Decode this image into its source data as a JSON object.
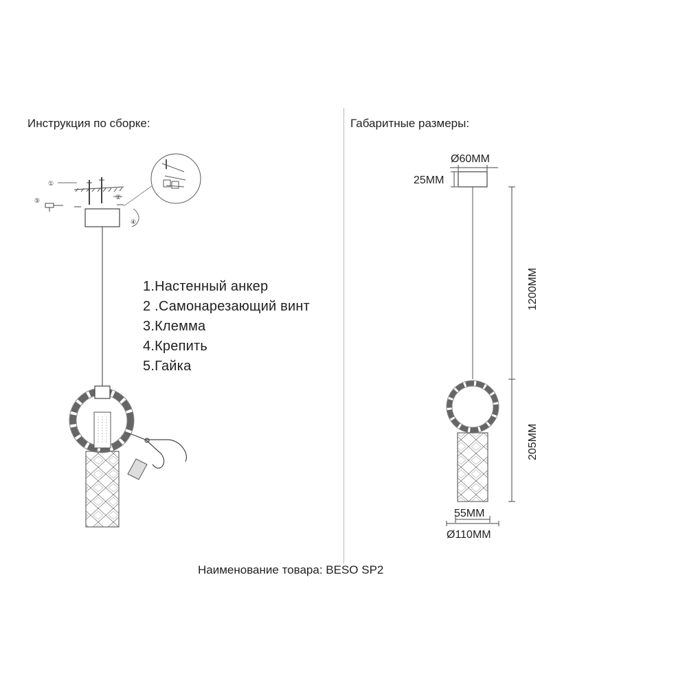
{
  "assembly": {
    "heading": "Инструкция по сборке:",
    "legend": [
      "1.Настенный анкер",
      "2 .Самонарезающий винт",
      "3.Клемма",
      "4.Крепить",
      "5.Гайка"
    ],
    "callouts": [
      "①",
      "②",
      "④",
      "⑤"
    ]
  },
  "dimensions": {
    "heading": "Габаритные размеры:",
    "canopy_diameter": "Ø60MM",
    "canopy_height": "25MM",
    "cable_length": "1200MM",
    "shade_height": "205MM",
    "tube_width": "55MM",
    "ring_diameter": "Ø110MM"
  },
  "footer": {
    "product_name": "Наименование товара: BESO SP2"
  }
}
